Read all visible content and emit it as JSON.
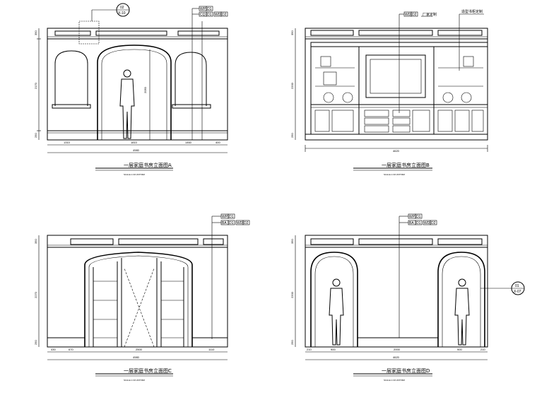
{
  "elevations": {
    "a": {
      "title": "一层家庭书房立面图A",
      "scale": "SCALE 1:30 UNIT:MM",
      "bubble": {
        "top": "02",
        "bottom": "X-10"
      },
      "tags": [
        [
          "WP",
          "D1"
        ],
        [
          "CQ",
          "D1",
          "WD",
          "D2"
        ]
      ],
      "heights": [
        "350",
        "2170",
        "250"
      ],
      "inner_height": "2050",
      "sub_widths": [
        "1310",
        "1810",
        "1460",
        "400"
      ],
      "total_width": "4980"
    },
    "b": {
      "title": "一层家庭书房立面图B",
      "scale": "SCALE 1:30 UNIT:MM",
      "tags": [
        [
          "WD",
          "D2"
        ]
      ],
      "callouts": [
        "厂家定制",
        "造型书柜定制"
      ],
      "heights": [
        "350",
        "2200",
        "250"
      ],
      "total_width": "4620"
    },
    "c": {
      "title": "一层家庭书房立面图C",
      "scale": "SCALE 1:30 UNIT:MM",
      "tags": [
        [
          "WP",
          "D1"
        ],
        [
          "BA",
          "D1",
          "WD",
          "D2"
        ]
      ],
      "heights": [
        "350",
        "2270",
        "250"
      ],
      "sub_widths": [
        "430",
        "670",
        "2500",
        "1110"
      ],
      "total_width": "4980"
    },
    "d": {
      "title": "一层家庭书房立面图D",
      "scale": "SCALE 1:30 UNIT:MM",
      "bubble": {
        "top": "01",
        "bottom": "X-07"
      },
      "tags": [
        [
          "WP",
          "D1"
        ],
        [
          "BA",
          "D1",
          "WD",
          "D2"
        ]
      ],
      "heights": [
        "350",
        "2200",
        "250"
      ],
      "sub_widths": [
        "210",
        "900",
        "2000",
        "900",
        "210"
      ],
      "total_width": "4620"
    }
  }
}
